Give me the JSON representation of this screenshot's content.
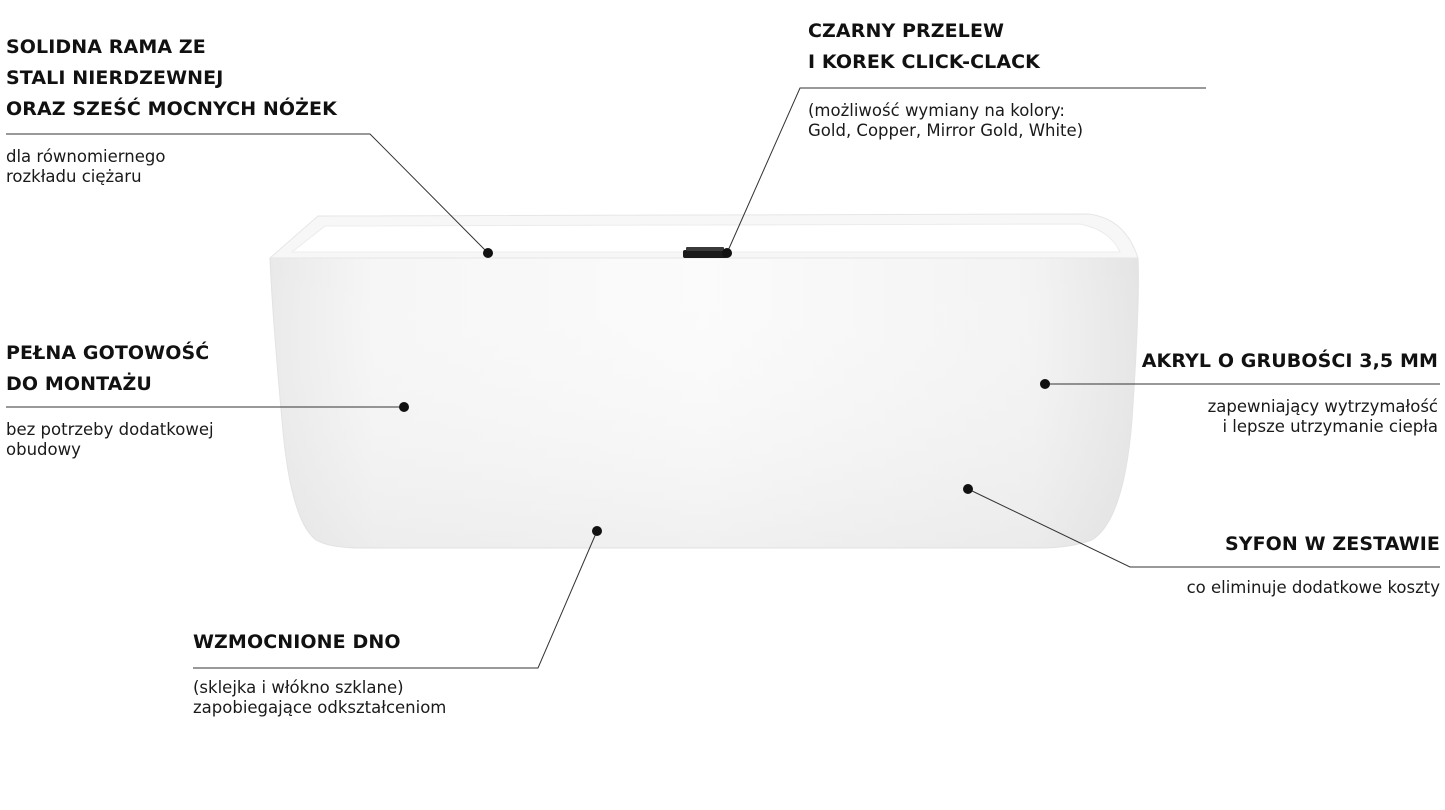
{
  "colors": {
    "text": "#111111",
    "leader_line": "#333333",
    "dot": "#111111",
    "tub_body": "#f4f4f4",
    "tub_rim": "#fbfbfb",
    "tub_inner": "#ffffff",
    "drain": "#1a1a1a"
  },
  "callouts": {
    "frame": {
      "title_lines": [
        "SOLIDNA RAMA ZE",
        "STALI NIERDZEWNEJ",
        "ORAZ SZEŚĆ MOCNYCH NÓŻEK"
      ],
      "desc_lines": [
        "dla równomiernego",
        "rozkładu ciężaru"
      ]
    },
    "overflow": {
      "title_lines": [
        "CZARNY PRZELEW",
        "I KOREK CLICK-CLACK"
      ],
      "desc_lines": [
        "(możliwość wymiany na kolory:",
        "Gold, Copper, Mirror Gold, White)"
      ]
    },
    "ready": {
      "title_lines": [
        "PEŁNA GOTOWOŚĆ",
        "DO MONTAŻU"
      ],
      "desc_lines": [
        "bez potrzeby dodatkowej",
        "obudowy"
      ]
    },
    "acrylic": {
      "title_lines": [
        "AKRYL O GRUBOŚCI 3,5 MM"
      ],
      "desc_lines": [
        "zapewniający wytrzymałość",
        "i lepsze utrzymanie ciepła"
      ]
    },
    "siphon": {
      "title_lines": [
        "SYFON W ZESTAWIE"
      ],
      "desc_lines": [
        "co eliminuje dodatkowe koszty"
      ]
    },
    "bottom": {
      "title_lines": [
        "WZMOCNIONE DNO"
      ],
      "desc_lines": [
        "(sklejka i włókno szklane)",
        "zapobiegające odkształceniom"
      ]
    }
  }
}
